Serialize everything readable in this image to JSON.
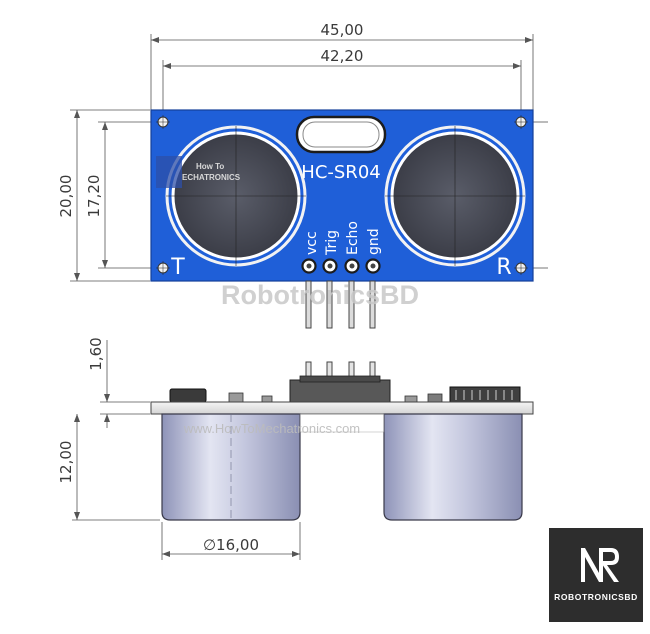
{
  "dimensions": {
    "total_width": "45,00",
    "hole_spacing": "42,20",
    "board_height": "20,00",
    "hole_vertical": "17,20",
    "pcb_thickness": "1,60",
    "transducer_height": "12,00",
    "transducer_diameter": "∅16,00"
  },
  "board": {
    "model": "HC-SR04",
    "left_transducer": "T",
    "right_transducer": "R",
    "pins": [
      "vcc",
      "Trig",
      "Echo",
      "gnd"
    ],
    "maker_line1": "How To",
    "maker_line2": "ECHATRONICS"
  },
  "watermarks": {
    "main": "RobotronicsBD",
    "side": "www.HowToMechatronics.com"
  },
  "logo": {
    "text": "ROBOTRONICSBD"
  },
  "colors": {
    "pcb": "#1f5fd8",
    "transducer": "#b9bdd6",
    "logo_bg": "#2d2d2d"
  }
}
